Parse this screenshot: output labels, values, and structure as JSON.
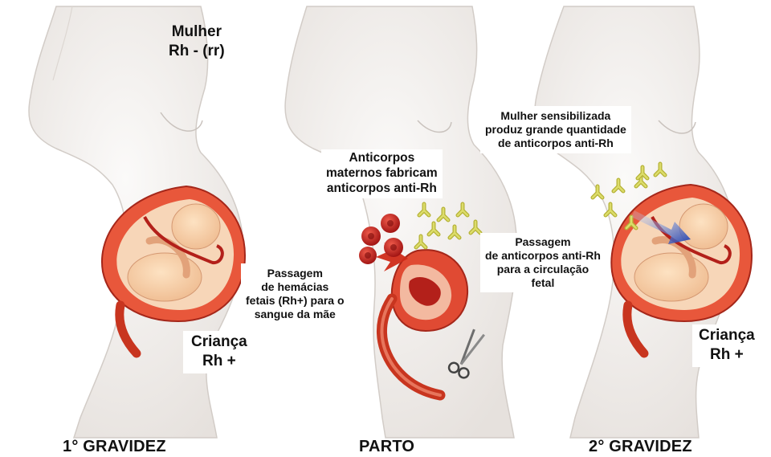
{
  "panels": [
    {
      "id": "first",
      "title": "1° GRAVIDEZ"
    },
    {
      "id": "birth",
      "title": "PARTO"
    },
    {
      "id": "second",
      "title": "2° GRAVIDEZ"
    }
  ],
  "mother_label": [
    "Mulher",
    "Rh - (rr)"
  ],
  "child_label_left": [
    "Criança",
    "Rh +"
  ],
  "child_label_right": [
    "Criança",
    "Rh +"
  ],
  "birth_antibodies": [
    "Anticorpos",
    "maternos fabricam",
    "anticorpos anti-Rh"
  ],
  "birth_passage": [
    "Passagem",
    "de hemácias",
    "fetais (Rh+) para o",
    "sangue da mãe"
  ],
  "sensitized": [
    "Mulher sensibilizada",
    "produz grande quantidade",
    "de anticorpos anti-Rh"
  ],
  "fetal_passage": [
    "Passagem",
    "de anticorpos anti-Rh",
    "para a circulação",
    "fetal"
  ],
  "colors": {
    "skin": "#f1eeec",
    "skin_outline": "#c9c2bd",
    "uterus": "#d9452c",
    "placenta": "#b3201a",
    "fetus": "#f6cfa6",
    "red_cell": "#c81e1e",
    "antibody": "#c9c84a",
    "arrow": "#2446b8"
  },
  "icons": [
    "scissors-icon",
    "blood-cell-icon",
    "antibody-icon",
    "transfer-arrow-icon"
  ]
}
